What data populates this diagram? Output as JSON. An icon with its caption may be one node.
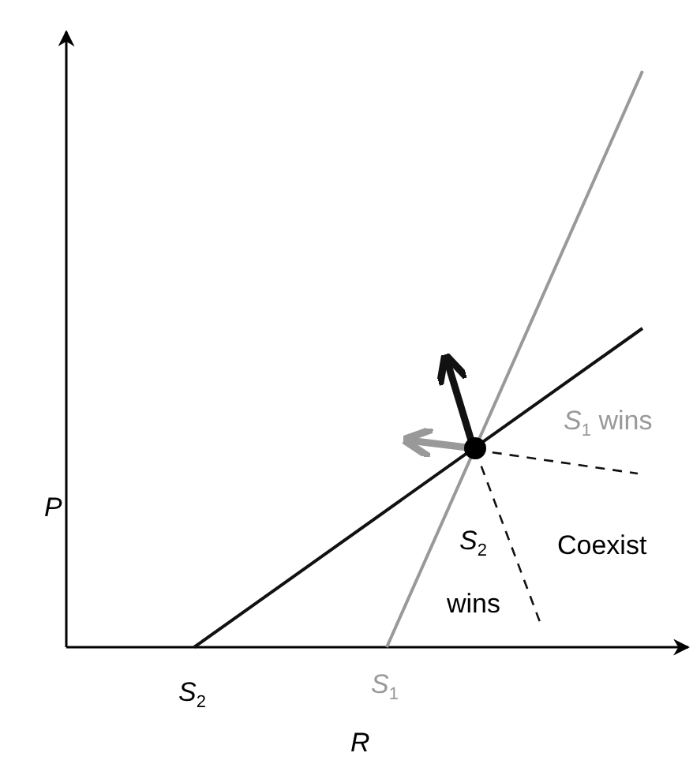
{
  "diagram": {
    "labels": [
      "P",
      "*S*$_{1}$ wins",
      "*S*$_{2}$",
      "Coexist",
      "wins",
      "*S*$_{2}$",
      "*S*$_{1}$",
      "R"
    ]
  }
}
